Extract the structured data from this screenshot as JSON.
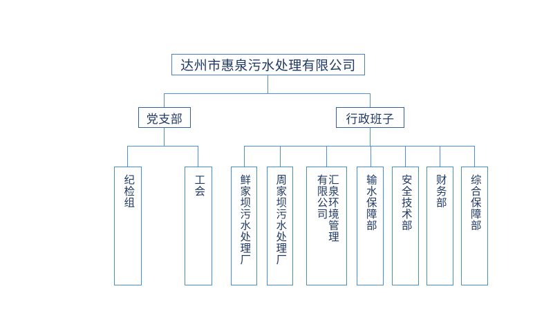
{
  "chart_data": {
    "type": "diagram",
    "title": "达州市惠泉污水处理有限公司",
    "description": "组织结构图 (organizational hierarchy chart)",
    "colors": {
      "border": "#3f8fd2",
      "border_dark": "#2f5f9e",
      "text": "#1f3864",
      "connector": "#4a90d2",
      "background": "#ffffff"
    },
    "levels": [
      {
        "level": 1,
        "nodes": [
          "达州市惠泉污水处理有限公司"
        ]
      },
      {
        "level": 2,
        "nodes": [
          "党支部",
          "行政班子"
        ]
      },
      {
        "level": 3,
        "nodes": [
          "纪检组",
          "工会",
          "鲜家坝污水处理厂",
          "周家坝污水处理厂",
          "汇泉环境管理有限公司",
          "输水保障部",
          "安全技术部",
          "财务部",
          "综合保障部"
        ]
      }
    ],
    "edges": [
      {
        "from": "达州市惠泉污水处理有限公司",
        "to": "党支部"
      },
      {
        "from": "达州市惠泉污水处理有限公司",
        "to": "行政班子"
      },
      {
        "from": "党支部",
        "to": "纪检组"
      },
      {
        "from": "党支部",
        "to": "工会"
      },
      {
        "from": "行政班子",
        "to": "鲜家坝污水处理厂"
      },
      {
        "from": "行政班子",
        "to": "周家坝污水处理厂"
      },
      {
        "from": "行政班子",
        "to": "汇泉环境管理有限公司"
      },
      {
        "from": "行政班子",
        "to": "输水保障部"
      },
      {
        "from": "行政班子",
        "to": "安全技术部"
      },
      {
        "from": "行政班子",
        "to": "财务部"
      },
      {
        "from": "行政班子",
        "to": "综合保障部"
      }
    ]
  },
  "root": {
    "label": "达州市惠泉污水处理有限公司"
  },
  "branches": {
    "party": {
      "label": "党支部"
    },
    "admin": {
      "label": "行政班子"
    }
  },
  "leaves": {
    "discipline": {
      "label": "纪检组"
    },
    "union": {
      "label": "工会"
    },
    "xianjiaba": {
      "label": "鲜家坝污水处理厂"
    },
    "zhoujiaba": {
      "label": "周家坝污水处理厂"
    },
    "huiquan": {
      "line1": "汇泉环境管理",
      "line2": "有限公司"
    },
    "water_supply": {
      "label": "输水保障部"
    },
    "safety_tech": {
      "label": "安全技术部"
    },
    "finance": {
      "label": "财务部"
    },
    "general_support": {
      "label": "综合保障部"
    }
  }
}
